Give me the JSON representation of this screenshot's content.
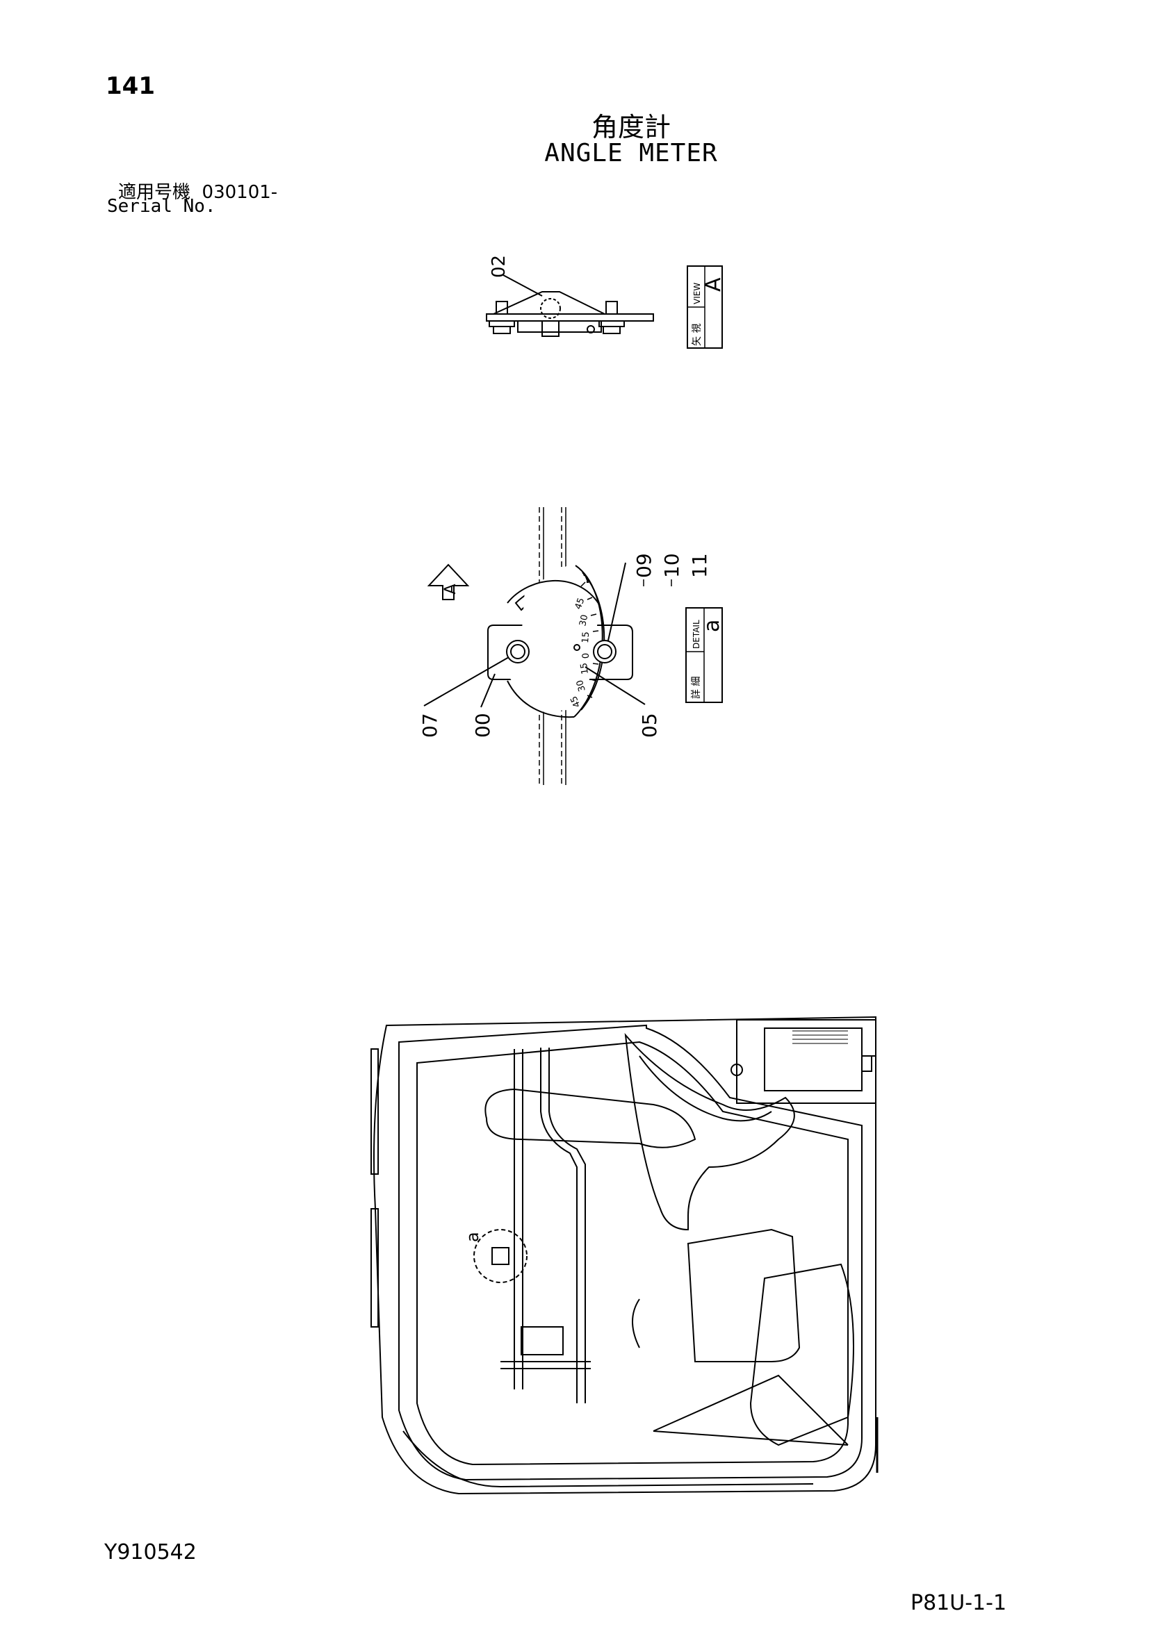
{
  "header": {
    "page_number": "141",
    "title_jp": "角度計",
    "title_en": "ANGLE METER",
    "serial_label_jp": "適用号機",
    "serial_value": "030101-",
    "serial_label_en": "Serial No."
  },
  "view_a": {
    "callout": "02",
    "box_jp": "矢 視",
    "box_en": "VIEW",
    "box_letter": "A"
  },
  "detail_a": {
    "view_arrow_letter": "A",
    "callouts_right": [
      "09",
      "10",
      "11"
    ],
    "callouts_bottom": [
      "07",
      "00",
      "05"
    ],
    "box_jp": "詳 細",
    "box_en": "DETAIL",
    "box_letter": "a",
    "scale_marks": [
      "45",
      "30",
      "15",
      "0",
      "15",
      "30",
      "45"
    ]
  },
  "cab_view": {
    "detail_marker": "a"
  },
  "footer": {
    "doc_id": "Y910542",
    "page_code": "P81U-1-1"
  }
}
